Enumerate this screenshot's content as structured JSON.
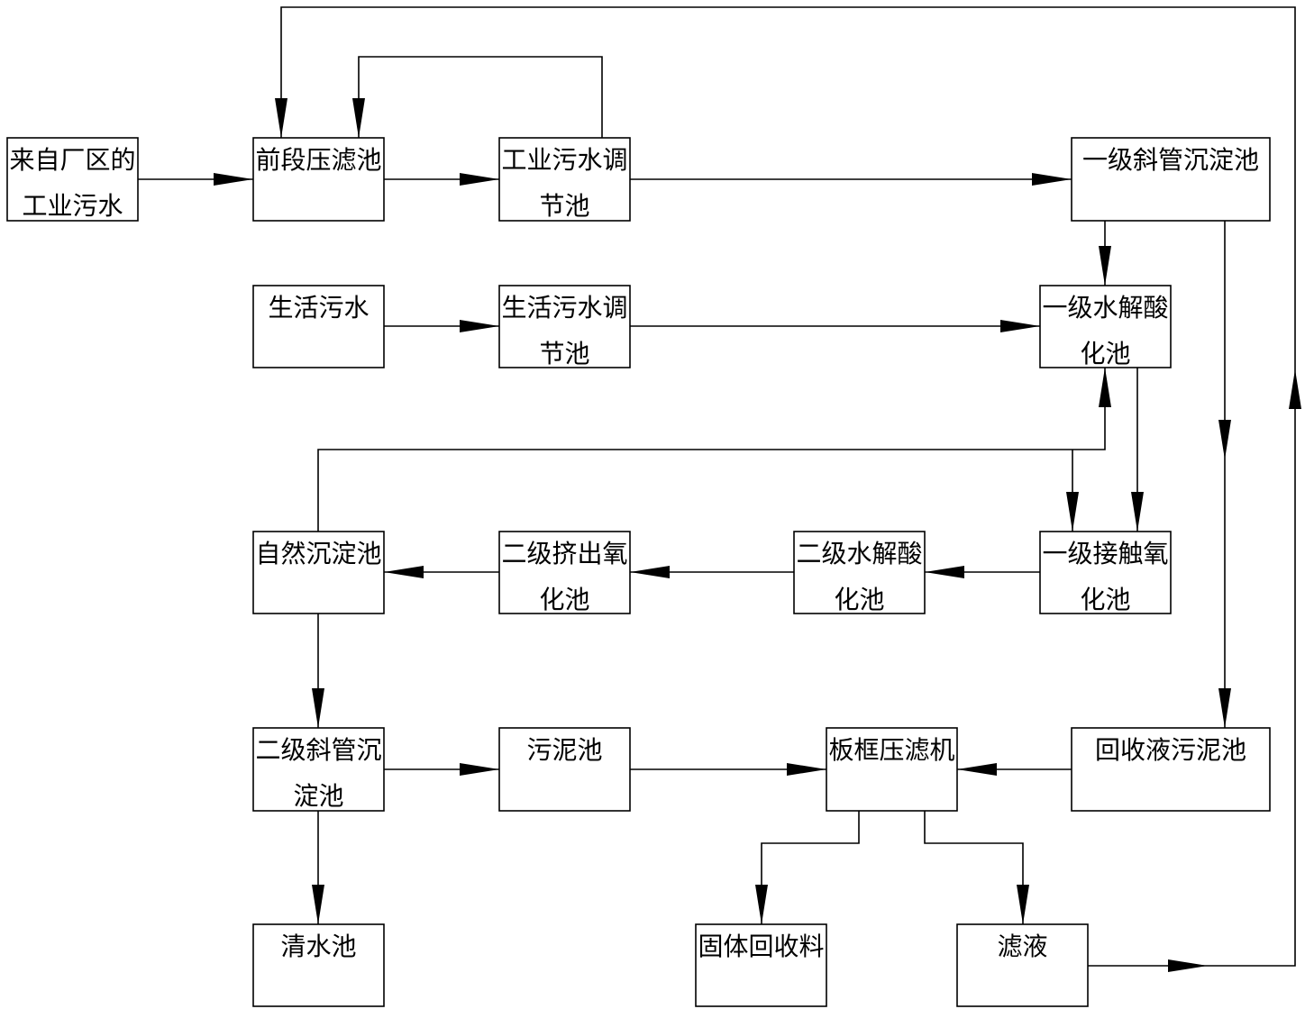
{
  "nodes": [
    {
      "id": "industrial-wastewater",
      "lines": [
        "来自厂区的",
        "工业污水"
      ]
    },
    {
      "id": "front-filter-press-tank",
      "lines": [
        "前段压滤池"
      ]
    },
    {
      "id": "industrial-regulating-tank",
      "lines": [
        "工业污水调",
        "节池"
      ]
    },
    {
      "id": "primary-inclined-tube-settler",
      "lines": [
        "一级斜管沉淀池"
      ]
    },
    {
      "id": "domestic-sewage",
      "lines": [
        "生活污水"
      ]
    },
    {
      "id": "domestic-regulating-tank",
      "lines": [
        "生活污水调",
        "节池"
      ]
    },
    {
      "id": "primary-hydrolysis-acidification-tank",
      "lines": [
        "一级水解酸",
        "化池"
      ]
    },
    {
      "id": "natural-sedimentation-tank",
      "lines": [
        "自然沉淀池"
      ]
    },
    {
      "id": "secondary-extrusion-oxidation-tank",
      "lines": [
        "二级挤出氧",
        "化池"
      ]
    },
    {
      "id": "secondary-hydrolysis-acidification-tank",
      "lines": [
        "二级水解酸",
        "化池"
      ]
    },
    {
      "id": "primary-contact-oxidation-tank",
      "lines": [
        "一级接触氧",
        "化池"
      ]
    },
    {
      "id": "secondary-inclined-tube-settler",
      "lines": [
        "二级斜管沉",
        "淀池"
      ]
    },
    {
      "id": "sludge-tank",
      "lines": [
        "污泥池"
      ]
    },
    {
      "id": "plate-frame-filter-press",
      "lines": [
        "板框压滤机"
      ]
    },
    {
      "id": "recovered-liquid-sludge-tank",
      "lines": [
        "回收液污泥池"
      ]
    },
    {
      "id": "clear-water-tank",
      "lines": [
        "清水池"
      ]
    },
    {
      "id": "solid-recovered-material",
      "lines": [
        "固体回收料"
      ]
    },
    {
      "id": "filtrate",
      "lines": [
        "滤液"
      ]
    }
  ],
  "edges": [
    {
      "from": "industrial-wastewater",
      "to": "front-filter-press-tank"
    },
    {
      "from": "front-filter-press-tank",
      "to": "industrial-regulating-tank"
    },
    {
      "from": "industrial-regulating-tank",
      "to": "front-filter-press-tank"
    },
    {
      "from": "industrial-regulating-tank",
      "to": "primary-inclined-tube-settler"
    },
    {
      "from": "domestic-sewage",
      "to": "domestic-regulating-tank"
    },
    {
      "from": "domestic-regulating-tank",
      "to": "primary-hydrolysis-acidification-tank"
    },
    {
      "from": "primary-inclined-tube-settler",
      "to": "primary-hydrolysis-acidification-tank"
    },
    {
      "from": "primary-inclined-tube-settler",
      "to": "recovered-liquid-sludge-tank"
    },
    {
      "from": "primary-hydrolysis-acidification-tank",
      "to": "primary-contact-oxidation-tank"
    },
    {
      "from": "natural-sedimentation-tank",
      "to": "primary-hydrolysis-acidification-tank"
    },
    {
      "from": "natural-sedimentation-tank",
      "to": "primary-contact-oxidation-tank"
    },
    {
      "from": "primary-contact-oxidation-tank",
      "to": "secondary-hydrolysis-acidification-tank"
    },
    {
      "from": "secondary-hydrolysis-acidification-tank",
      "to": "secondary-extrusion-oxidation-tank"
    },
    {
      "from": "secondary-extrusion-oxidation-tank",
      "to": "natural-sedimentation-tank"
    },
    {
      "from": "natural-sedimentation-tank",
      "to": "secondary-inclined-tube-settler"
    },
    {
      "from": "secondary-inclined-tube-settler",
      "to": "sludge-tank"
    },
    {
      "from": "secondary-inclined-tube-settler",
      "to": "clear-water-tank"
    },
    {
      "from": "sludge-tank",
      "to": "plate-frame-filter-press"
    },
    {
      "from": "recovered-liquid-sludge-tank",
      "to": "plate-frame-filter-press"
    },
    {
      "from": "plate-frame-filter-press",
      "to": "solid-recovered-material"
    },
    {
      "from": "plate-frame-filter-press",
      "to": "filtrate"
    },
    {
      "from": "filtrate",
      "to": "front-filter-press-tank"
    }
  ]
}
